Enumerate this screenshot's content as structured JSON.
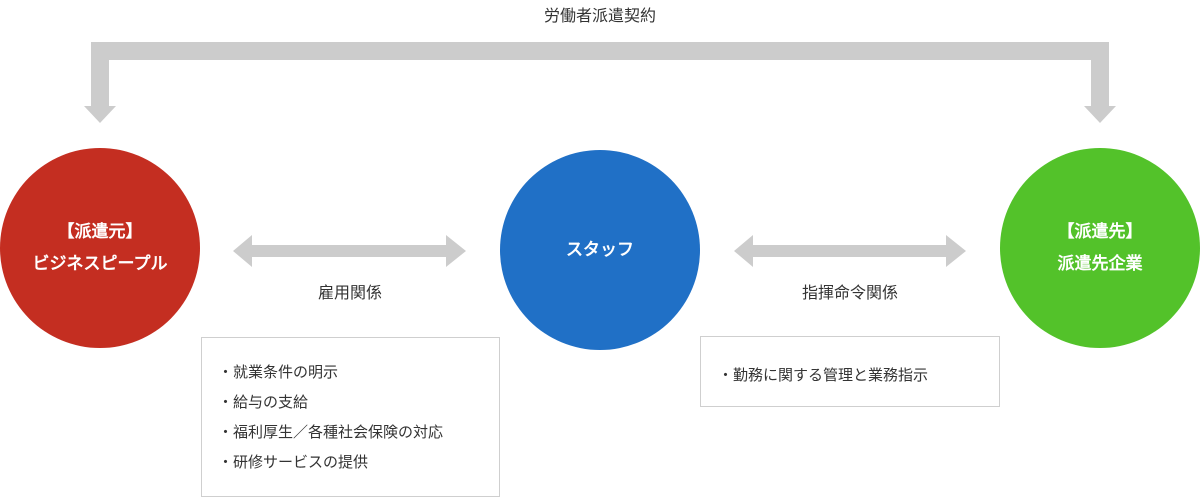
{
  "contract": {
    "label": "労働者派遣契約"
  },
  "nodes": {
    "left": {
      "line1": "【派遣元】",
      "line2": "ビジネスピープル",
      "color": "#c42e21"
    },
    "center": {
      "line1": "スタッフ",
      "color": "#2070c6"
    },
    "right": {
      "line1": "【派遣先】",
      "line2": "派遣先企業",
      "color": "#53c22a"
    }
  },
  "relations": {
    "left": {
      "label": "雇用関係"
    },
    "right": {
      "label": "指揮命令関係"
    }
  },
  "boxes": {
    "left": {
      "items": [
        "・就業条件の明示",
        "・給与の支給",
        "・福利厚生／各種社会保険の対応",
        "・研修サービスの提供"
      ]
    },
    "right": {
      "items": [
        "・勤務に関する管理と業務指示"
      ]
    }
  },
  "colors": {
    "arrow": "#cccccc",
    "box_border": "#cfcfcf",
    "text": "#333333"
  }
}
